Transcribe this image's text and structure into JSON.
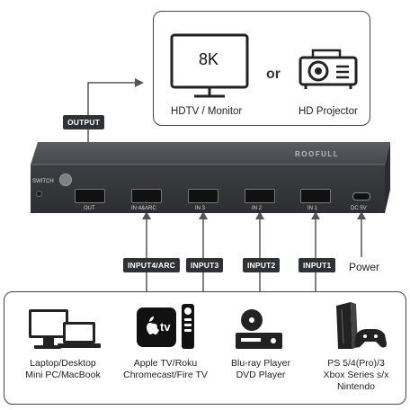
{
  "output_box": {
    "resolution": "8K",
    "monitor_label": "HDTV / Monitor",
    "or_label": "or",
    "projector_label": "HD Projector"
  },
  "device": {
    "brand": "ROOFULL",
    "switch_label": "SWITCH",
    "ports": [
      "OUT",
      "IN 4&ARC",
      "IN 3",
      "IN 2",
      "IN 1",
      "DC 5V"
    ]
  },
  "tags": {
    "output": "OUTPUT",
    "input4": "INPUT4/ARC",
    "input3": "INPUT3",
    "input2": "INPUT2",
    "input1": "INPUT1"
  },
  "power_label": "Power",
  "sources": [
    {
      "line1": "Laptop/Desktop",
      "line2": "Mini PC/MacBook",
      "line3": ""
    },
    {
      "line1": "Apple TV/Roku",
      "line2": "Chromecast/Fire TV",
      "line3": ""
    },
    {
      "line1": "Blu-ray Player",
      "line2": "DVD Player",
      "line3": ""
    },
    {
      "line1": "PS 5/4(Pro)/3",
      "line2": "Xbox Series s/x",
      "line3": "Nintendo"
    }
  ],
  "apple_tv_text": "tv",
  "colors": {
    "device_body": "#3a3d40",
    "tag_bg": "#2f3234",
    "line": "#555555"
  }
}
